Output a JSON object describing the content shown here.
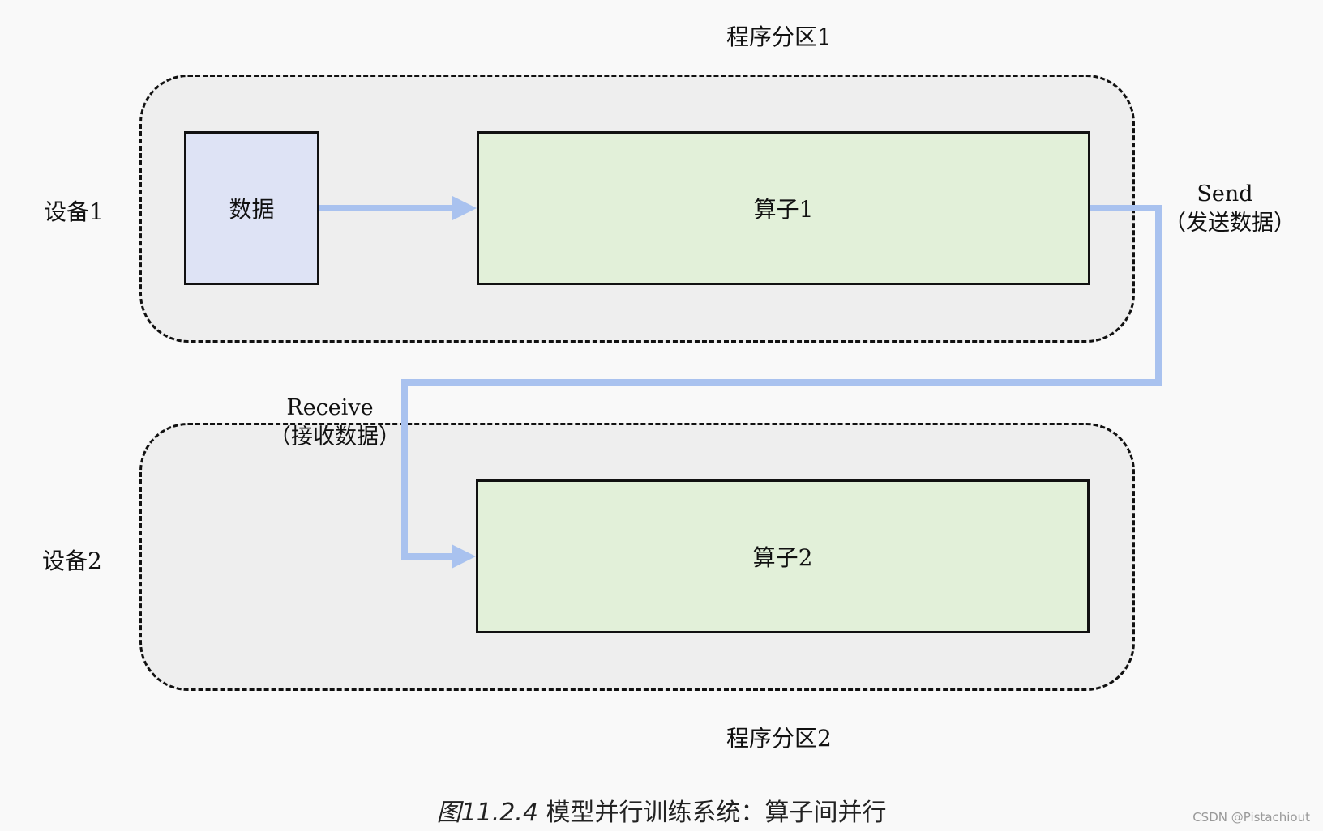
{
  "partitions": {
    "partition_1": "程序分区1",
    "partition_2": "程序分区2"
  },
  "devices": {
    "device_1": "设备1",
    "device_2": "设备2"
  },
  "nodes": {
    "data": "数据",
    "operator_1": "算子1",
    "operator_2": "算子2"
  },
  "edges": {
    "send_line1": "Send",
    "send_line2": "（发送数据）",
    "receive_line1": "Receive",
    "receive_line2": "（接收数据）"
  },
  "caption": {
    "figure": "图11.2.4",
    "text": "模型并行训练系统：算子间并行"
  },
  "watermark": "CSDN @Pistachiout",
  "colors": {
    "partition_fill": "#eeeeee",
    "data_fill": "#dee3f5",
    "operator_fill": "#e2f0d9",
    "arrow": "#a9c2ef"
  }
}
